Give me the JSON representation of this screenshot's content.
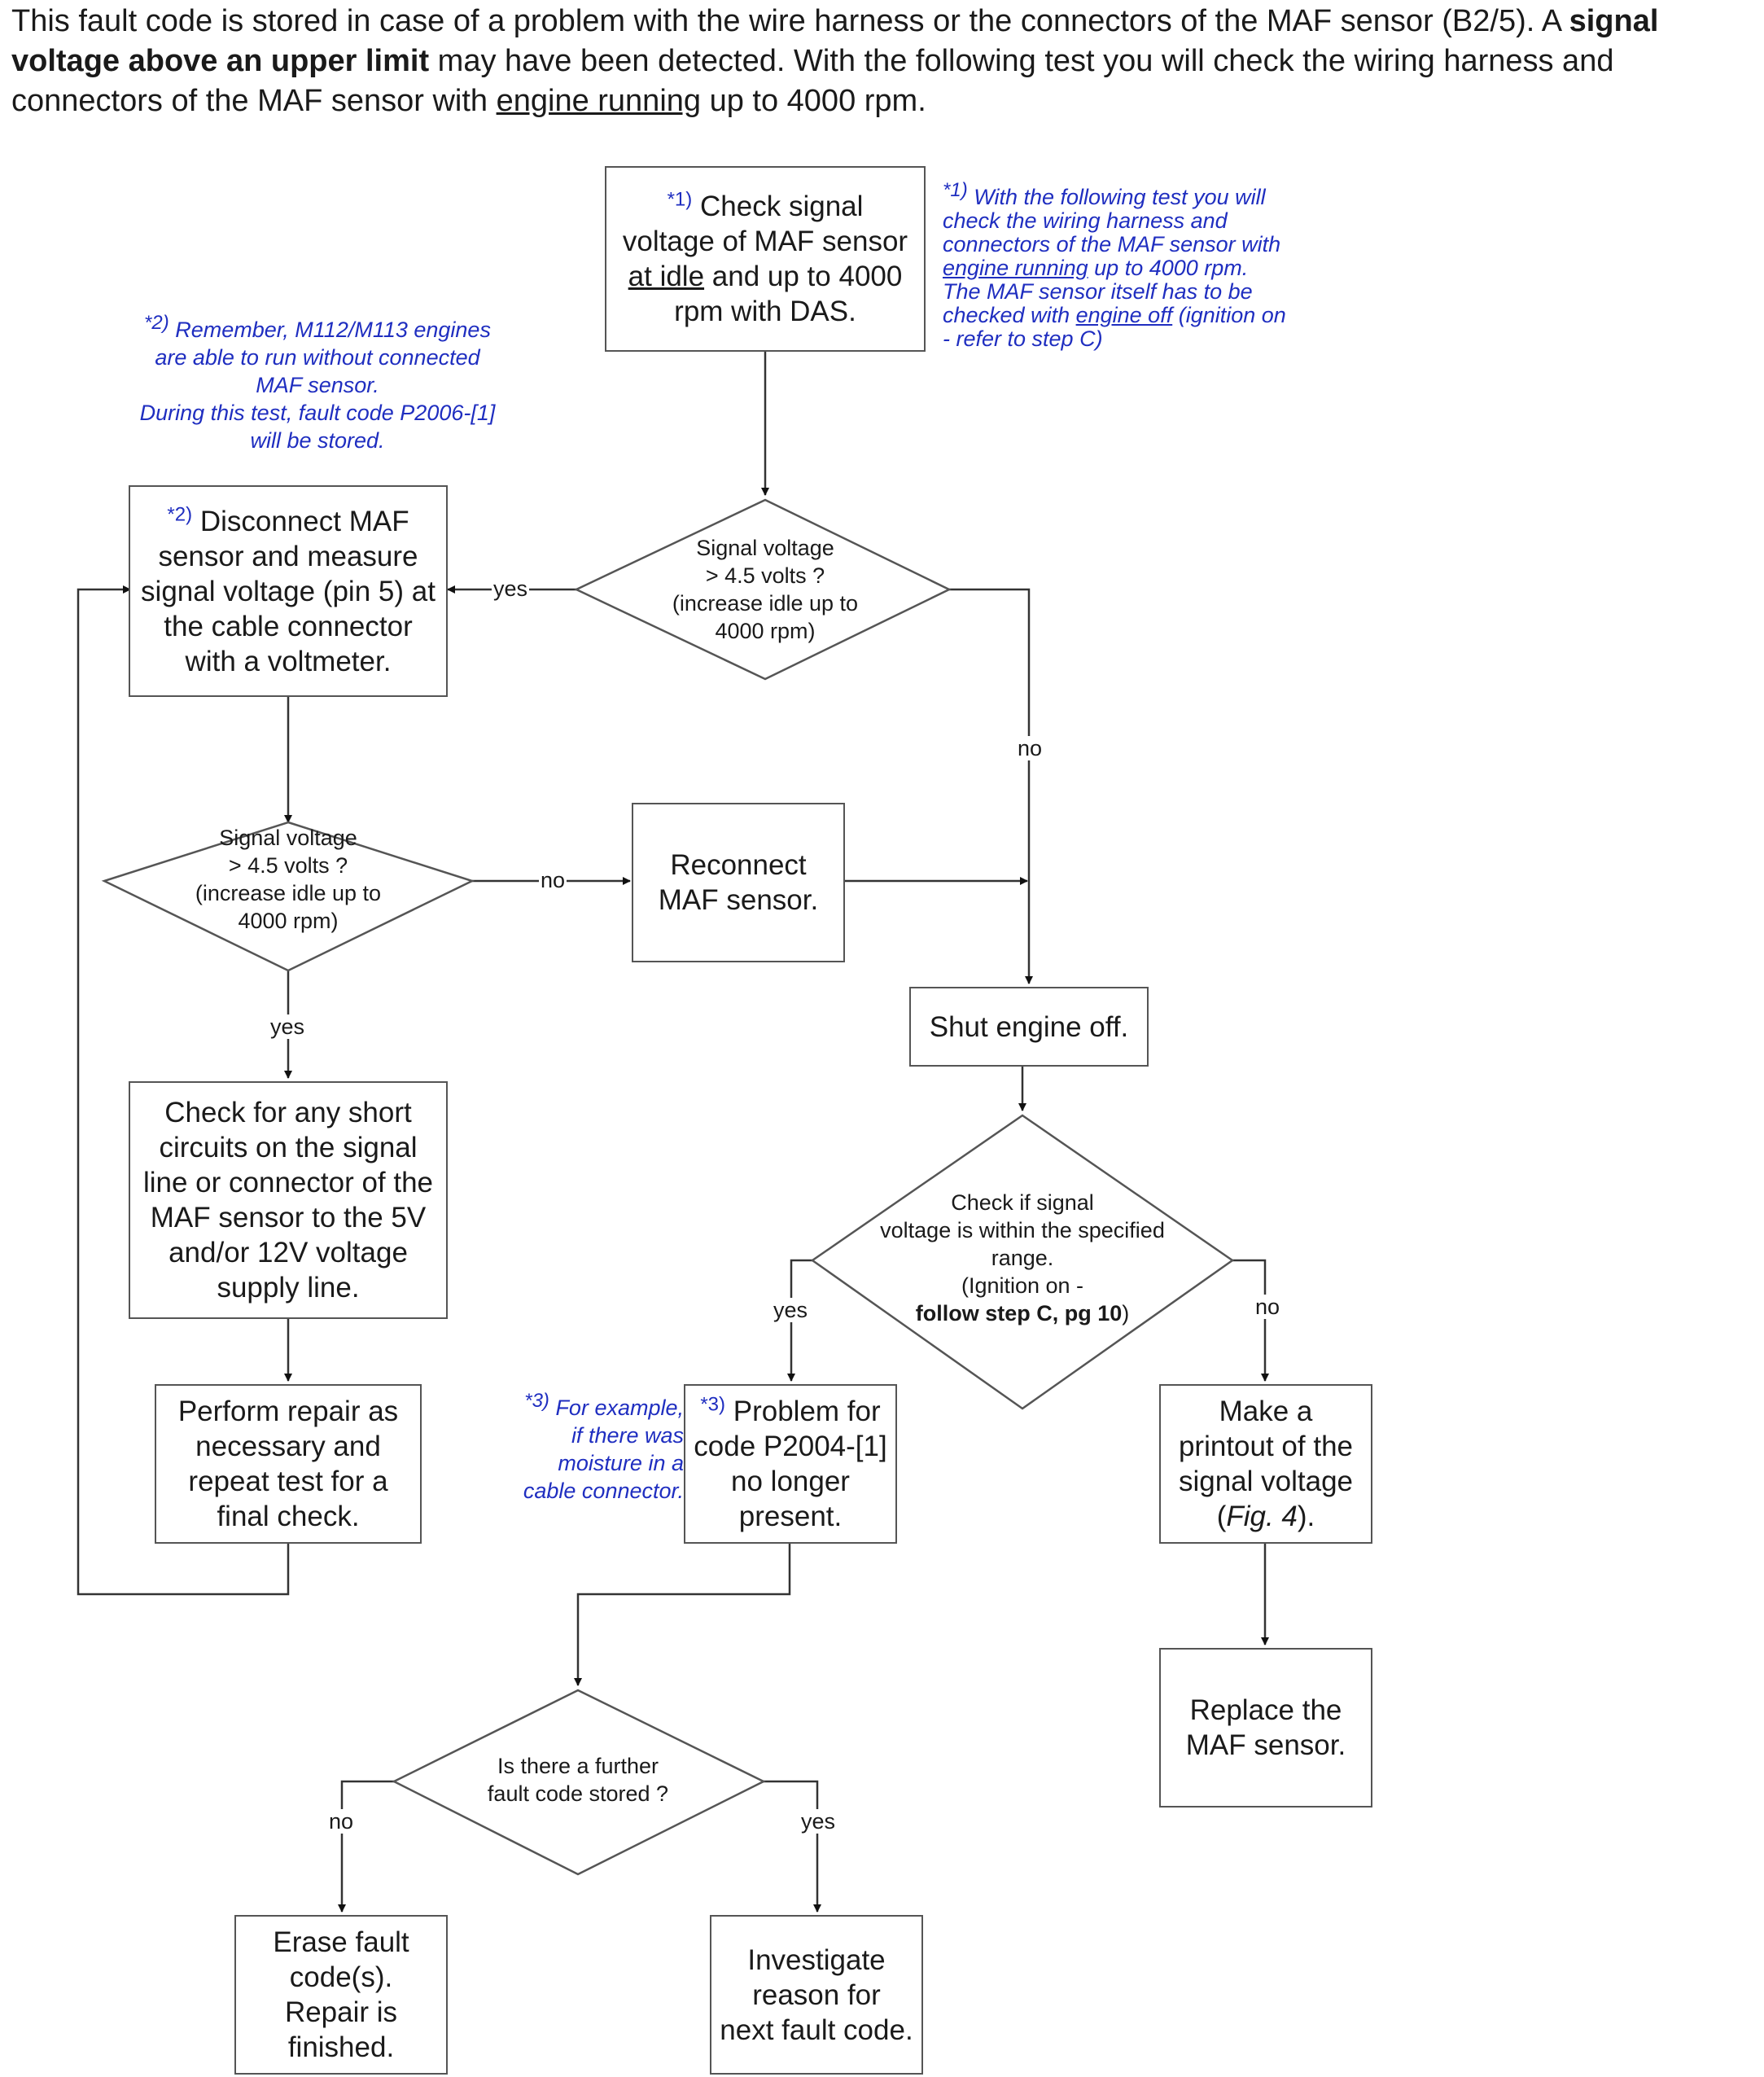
{
  "intro": {
    "p1": "This fault code is stored in case of a problem with the wire harness or the connectors of the  MAF sensor (B2/5). A ",
    "p1_bold": "signal voltage above an upper limit",
    "p2": " may have been detected. With the following test you will check the wiring harness and connectors of the  MAF sensor with ",
    "p2_u": "engine running",
    "p3": " up to 4000 rpm."
  },
  "notes": {
    "n1": {
      "marker": "*1)",
      "l1": "With the following test you will",
      "l2": "check the wiring harness and",
      "l3": "connectors of the  MAF sensor with",
      "l4_u": "engine running",
      "l4_rest": " up to 4000 rpm.",
      "l5": "The  MAF sensor itself has to be",
      "l6_pre": "checked with ",
      "l6_u": "engine off",
      "l6_post": " (ignition on",
      "l7": "- refer to step C)"
    },
    "n2": {
      "marker": "*2)",
      "l1": "Remember, M112/M113 engines",
      "l2": "are able to run without connected",
      "l3": "MAF sensor.",
      "l4": "During this test, fault code P2006-[1]",
      "l5": "will be stored."
    },
    "n3": {
      "marker": "*3)",
      "l1": "For example,",
      "l2": "if there was",
      "l3": "moisture in a",
      "l4": "cable connector."
    }
  },
  "boxes": {
    "b1": {
      "marker": "*1)",
      "l1": "Check signal",
      "l2": "voltage of  MAF sensor",
      "l3_u": "at idle",
      "l3_rest": " and up to 4000",
      "l4": "rpm with DAS."
    },
    "b2": {
      "marker": "*2)",
      "l1": "Disconnect  MAF",
      "l2": "sensor and measure",
      "l3": "signal voltage (pin 5) at",
      "l4": "the cable connector",
      "l5": "with a voltmeter."
    },
    "b3": {
      "l1": "Reconnect",
      "l2": "MAF sensor."
    },
    "b4": {
      "l1": "Shut engine off."
    },
    "b5": {
      "l1": "Check for any short",
      "l2": "circuits on the signal",
      "l3": "line or connector of the",
      "l4": "MAF sensor to the 5V",
      "l5": "and/or 12V voltage",
      "l6": "supply line."
    },
    "b6": {
      "l1": "Perform repair as",
      "l2": "necessary and",
      "l3": "repeat test  for a",
      "l4": "final check."
    },
    "b7": {
      "marker": "*3)",
      "l1": "Problem for",
      "l2": "code P2004-[1]",
      "l3": "no longer",
      "l4": "present."
    },
    "b8": {
      "l1": "Make a",
      "l2": "printout of the",
      "l3": "signal voltage",
      "l4_it": "Fig. 4",
      "l4_pre": "(",
      "l4_post": ")."
    },
    "b9": {
      "l1": "Replace the",
      "l2": "MAF sensor."
    },
    "b10": {
      "l1": "Erase fault",
      "l2": "code(s).",
      "l3": "Repair is",
      "l4": "finished."
    },
    "b11": {
      "l1": "Investigate",
      "l2": "reason for",
      "l3": "next fault code."
    }
  },
  "decisions": {
    "d1": {
      "l1": "Signal voltage",
      "l2": "> 4.5 volts ?",
      "l3": "(increase idle up to",
      "l4": "4000 rpm)"
    },
    "d2": {
      "l1": "Signal voltage",
      "l2": "> 4.5 volts ?",
      "l3": "(increase idle up to",
      "l4": "4000 rpm)"
    },
    "d3": {
      "l1": "Check if signal",
      "l2": "voltage is within the specified",
      "l3": "range.",
      "l4": "(Ignition on -",
      "l5_bold": "follow step C, pg 10",
      "l5_post": ")"
    },
    "d4": {
      "l1": "Is there a further",
      "l2": "fault code stored ?"
    }
  },
  "labels": {
    "yes1": "yes",
    "no1": "no",
    "no2": "no",
    "yes2": "yes",
    "yes3": "yes",
    "no3": "no",
    "no4": "no",
    "yes4": "yes"
  }
}
